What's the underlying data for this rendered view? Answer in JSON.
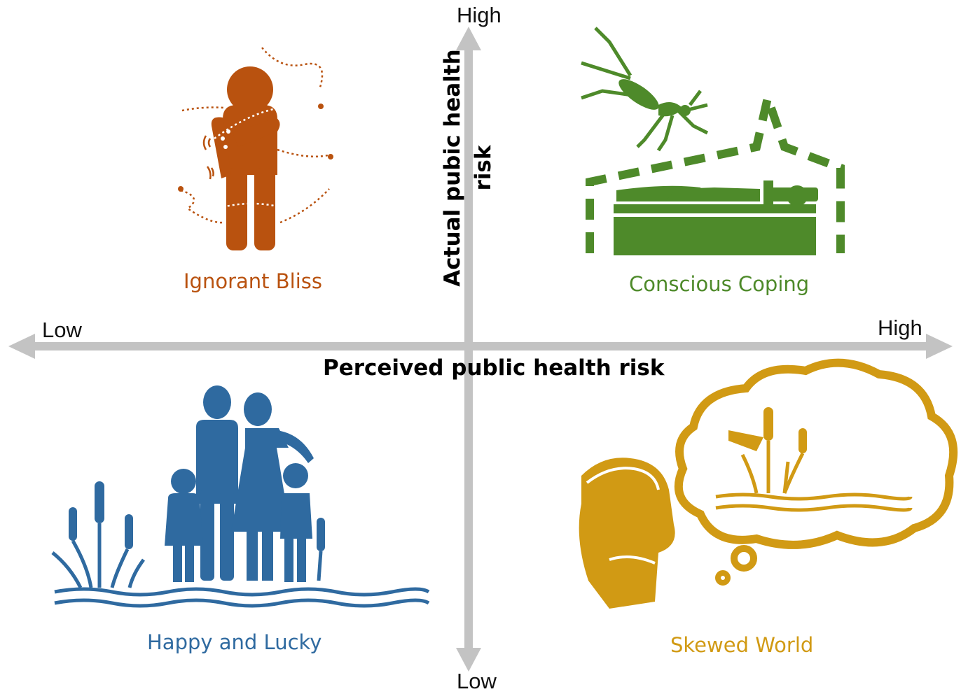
{
  "axes": {
    "y": {
      "title_line1": "Actual pubic health",
      "title_line2": "risk",
      "high": "High",
      "low": "Low"
    },
    "x": {
      "title": "Perceived public health risk",
      "low": "Low",
      "high": "High"
    }
  },
  "quadrants": {
    "top_left": {
      "label": "Ignorant Bliss",
      "icon": "itching-person-icon",
      "color": "#b9520f"
    },
    "top_right": {
      "label": "Conscious Coping",
      "icon": "mosquito-net-bed-icon",
      "color": "#4e8a2a"
    },
    "bottom_left": {
      "label": "Happy and Lucky",
      "icon": "family-by-water-icon",
      "color": "#2f6aa0"
    },
    "bottom_right": {
      "label": "Skewed World",
      "icon": "thinking-person-icon",
      "color": "#d19a14"
    }
  },
  "colors": {
    "axis": "#c3c3c3"
  }
}
